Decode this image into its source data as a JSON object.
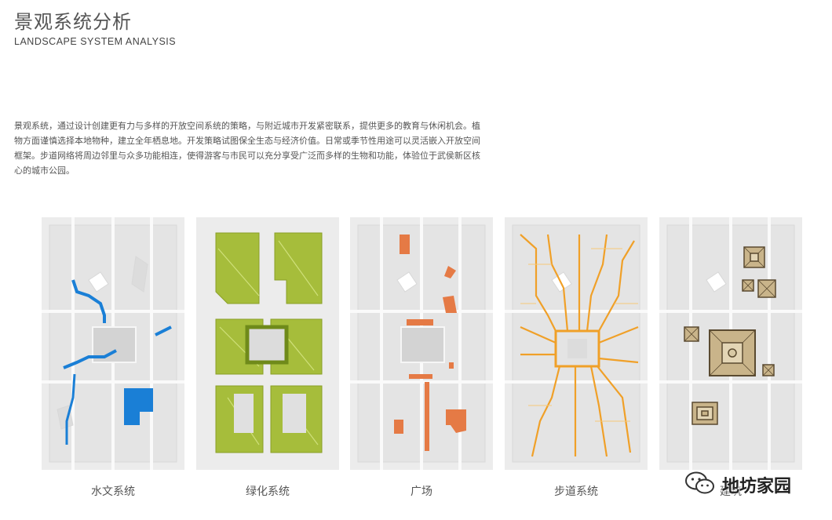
{
  "header": {
    "title": "景观系统分析",
    "subtitle": "LANDSCAPE SYSTEM ANALYSIS"
  },
  "description": "景观系统，通过设计创建更有力与多样的开放空间系统的策略，与附近城市开发紧密联系，提供更多的教育与休闲机会。植物方面谨慎选择本地物种，建立全年栖息地。开发策略试图保全生态与经济价值。日常或季节性用途可以灵活嵌入开放空间框架。步道网络将周边邻里与众多功能相连，使得游客与市民可以充分享受广泛而多样的生物和功能，体验位于武侯新区核心的城市公园。",
  "panels": [
    {
      "caption": "水文系统",
      "accent": "#1a7fd6"
    },
    {
      "caption": "绿化系统",
      "accent": "#9cb52e"
    },
    {
      "caption": "广场",
      "accent": "#e57a45"
    },
    {
      "caption": "步道系统",
      "accent": "#f0a028"
    },
    {
      "caption": "建筑",
      "accent": "#c9b48a"
    }
  ],
  "watermark": {
    "text": "地坊家园",
    "icon": "wechat-icon"
  }
}
